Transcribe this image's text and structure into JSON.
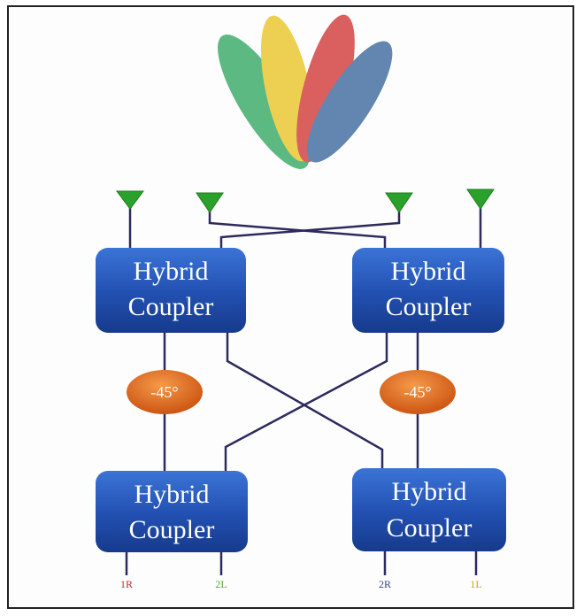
{
  "diagram": {
    "couplers": [
      {
        "id": "top-left",
        "line1": "Hybrid",
        "line2": "Coupler"
      },
      {
        "id": "top-right",
        "line1": "Hybrid",
        "line2": "Coupler"
      },
      {
        "id": "bottom-left",
        "line1": "Hybrid",
        "line2": "Coupler"
      },
      {
        "id": "bottom-right",
        "line1": "Hybrid",
        "line2": "Coupler"
      }
    ],
    "phase_shifters": [
      {
        "id": "left",
        "label": "-45°"
      },
      {
        "id": "right",
        "label": "-45°"
      }
    ],
    "ports": [
      {
        "id": "port-1",
        "label": "1R",
        "color": "#cc2222"
      },
      {
        "id": "port-2",
        "label": "2L",
        "color": "#55aa33"
      },
      {
        "id": "port-3",
        "label": "2R",
        "color": "#334488"
      },
      {
        "id": "port-4",
        "label": "1L",
        "color": "#c8a800"
      }
    ],
    "beam_colors": [
      "#27a35a",
      "#e8c21a",
      "#cf2b2b",
      "#2f5f95"
    ],
    "colors": {
      "coupler_fill_top": "#2a5fc6",
      "coupler_fill_bottom": "#1a3b8f",
      "shifter_fill": "#e0661b",
      "antenna_fill": "#2aa12a",
      "line": "#2d2a5e"
    }
  }
}
